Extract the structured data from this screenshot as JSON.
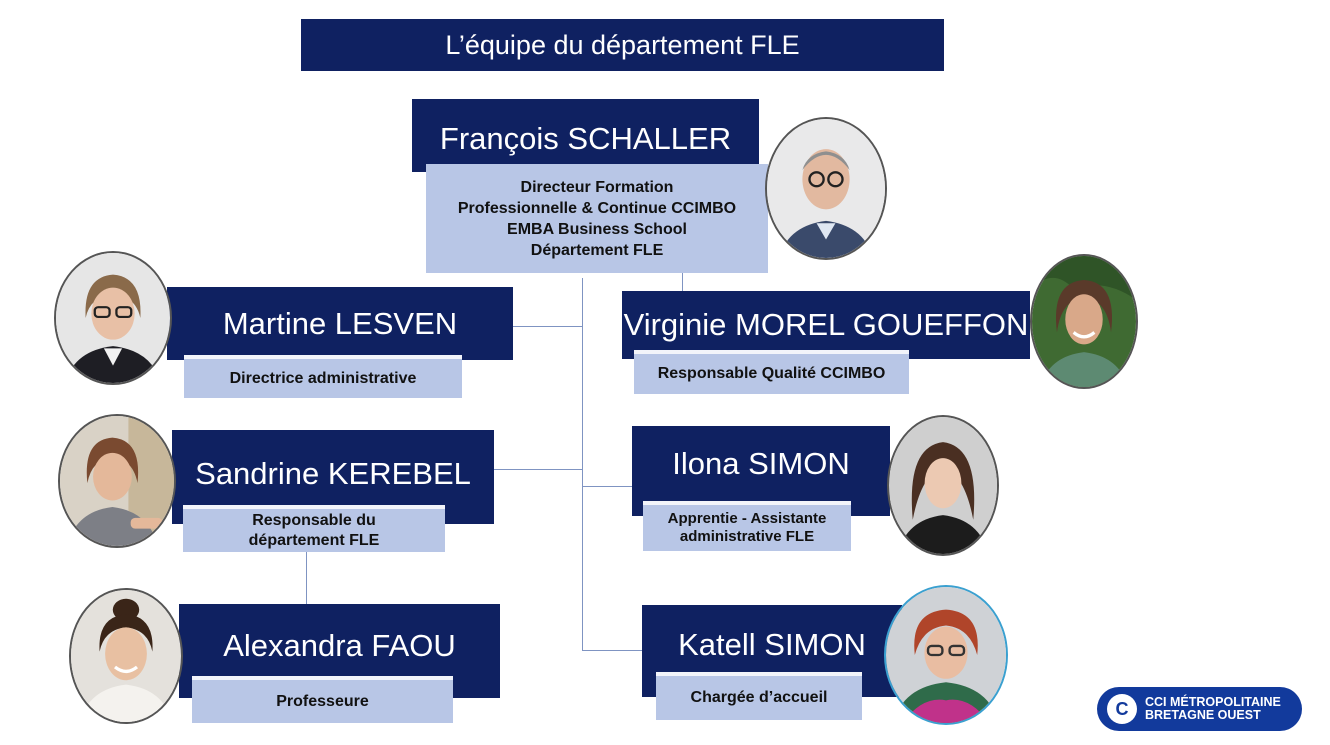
{
  "title": "L’équipe du département FLE",
  "people": {
    "schaller": {
      "name": "François SCHALLER",
      "role": "Directeur Formation\nProfessionnelle & Continue CCIMBO\nEMBA Business School\nDépartement FLE"
    },
    "lesven": {
      "name": "Martine LESVEN",
      "role": "Directrice administrative"
    },
    "morel": {
      "name": "Virginie  MOREL GOUEFFON",
      "role": "Responsable Qualité CCIMBO"
    },
    "kerebel": {
      "name": "Sandrine KEREBEL",
      "role": "Responsable du\ndépartement FLE"
    },
    "ilona": {
      "name": "Ilona SIMON",
      "role": "Apprentie - Assistante\nadministrative FLE"
    },
    "faou": {
      "name": "Alexandra FAOU",
      "role": "Professeure"
    },
    "katell": {
      "name": "Katell SIMON",
      "role": "Chargée d’accueil"
    }
  },
  "logo": {
    "line1": "CCI MÉTROPOLITAINE",
    "line2": "BRETAGNE OUEST",
    "mark": "C"
  },
  "colors": {
    "name_box": "#0f2161",
    "role_box": "#b8c6e6",
    "connector": "#7f94c2",
    "logo": "#123a9c"
  }
}
